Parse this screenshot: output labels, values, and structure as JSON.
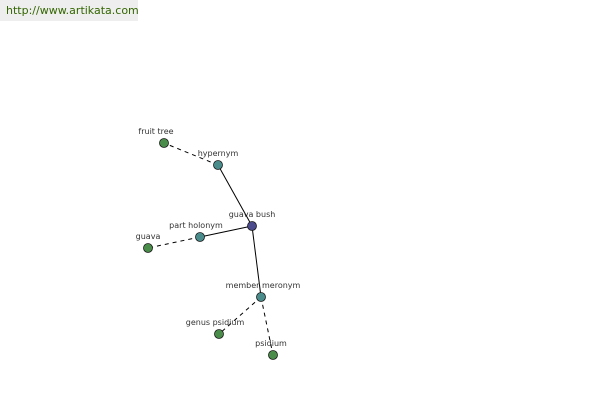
{
  "header": {
    "url": "http://www.artikata.com"
  },
  "colors": {
    "center_node": "#4a4a8c",
    "relation_node": "#4a8c8c",
    "leaf_node": "#4a8c4a",
    "url_text": "#336600",
    "url_background": "#eeeeee",
    "edge": "#000000"
  },
  "graph": {
    "center": {
      "id": "guava-bush",
      "label": "guava bush"
    },
    "relations": [
      {
        "id": "hypernym",
        "label": "hypernym"
      },
      {
        "id": "part-holonym",
        "label": "part holonym"
      },
      {
        "id": "member-meronym",
        "label": "member meronym"
      }
    ],
    "leaves": [
      {
        "id": "fruit-tree",
        "label": "fruit tree",
        "relation": "hypernym"
      },
      {
        "id": "guava",
        "label": "guava",
        "relation": "part-holonym"
      },
      {
        "id": "genus-psidium",
        "label": "genus psidium",
        "relation": "member-meronym"
      },
      {
        "id": "psidium",
        "label": "psidium",
        "relation": "member-meronym"
      }
    ]
  }
}
